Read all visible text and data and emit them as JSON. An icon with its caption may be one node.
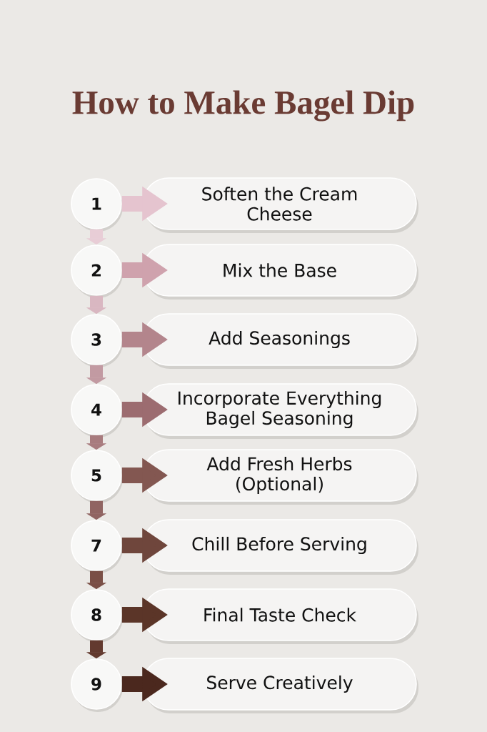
{
  "diagram": {
    "title": "How to Make Bagel Dip",
    "nodes": [
      {
        "text": [
          "1"
        ]
      },
      {
        "text": [
          "Soften the Cream Cheese"
        ]
      },
      {
        "text": [
          "2"
        ]
      },
      {
        "text": [
          "Mix the Base"
        ]
      },
      {
        "text": [
          "3"
        ]
      },
      {
        "text": [
          "Add Seasonings"
        ]
      },
      {
        "text": [
          "4"
        ]
      },
      {
        "text": [
          "Incorporate Everything Bagel Seasoning"
        ]
      },
      {
        "text": [
          "5"
        ]
      },
      {
        "text": [
          "Add Fresh Herbs (Optional)"
        ]
      },
      {
        "text": [
          "7"
        ]
      },
      {
        "text": [
          "Chill Before Serving"
        ]
      },
      {
        "text": [
          "8"
        ]
      },
      {
        "text": [
          "Final Taste Check"
        ]
      },
      {
        "text": [
          "9"
        ]
      },
      {
        "text": [
          "Serve Creatively"
        ]
      }
    ],
    "edges": [
      {
        "from": 0,
        "to": 1,
        "arrow": "to",
        "color": "#e5c4cf"
      },
      {
        "from": 0,
        "to": 2,
        "arrow": "to",
        "color": "#e8cdd6"
      },
      {
        "from": 2,
        "to": 3,
        "arrow": "to",
        "color": "#cfa2ad"
      },
      {
        "from": 2,
        "to": 4,
        "arrow": "to",
        "color": "#d9b7c1"
      },
      {
        "from": 4,
        "to": 5,
        "arrow": "to",
        "color": "#b3858c"
      },
      {
        "from": 4,
        "to": 6,
        "arrow": "to",
        "color": "#c29aa2"
      },
      {
        "from": 6,
        "to": 7,
        "arrow": "to",
        "color": "#9c6c70"
      },
      {
        "from": 6,
        "to": 8,
        "arrow": "to",
        "color": "#a87b7e"
      },
      {
        "from": 8,
        "to": 9,
        "arrow": "to",
        "color": "#835751"
      },
      {
        "from": 8,
        "to": 10,
        "arrow": "to",
        "color": "#906462"
      },
      {
        "from": 10,
        "to": 11,
        "arrow": "to",
        "color": "#6f463c"
      },
      {
        "from": 10,
        "to": 12,
        "arrow": "to",
        "color": "#7a4f46"
      },
      {
        "from": 12,
        "to": 13,
        "arrow": "to",
        "color": "#5b3528"
      },
      {
        "from": 12,
        "to": 14,
        "arrow": "to",
        "color": "#633a2f"
      },
      {
        "from": 14,
        "to": 15,
        "arrow": "to",
        "color": "#4b281e"
      }
    ]
  }
}
